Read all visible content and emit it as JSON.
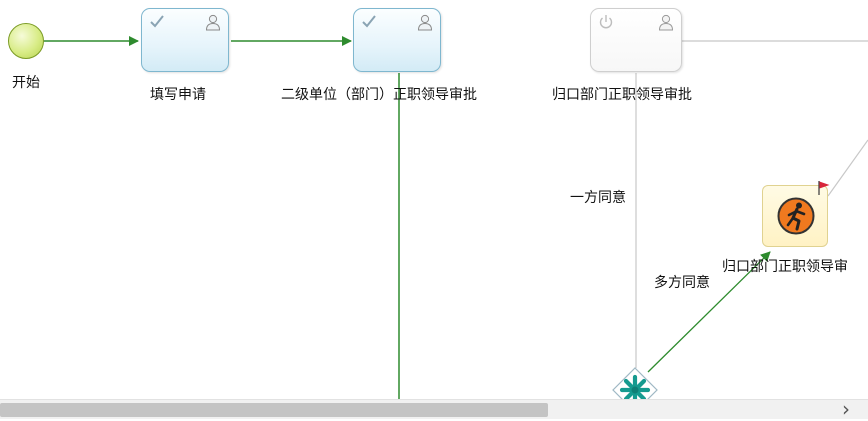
{
  "diagram": {
    "start_event": {
      "label": "开始"
    },
    "tasks": [
      {
        "id": "fill-application",
        "label": "填写申请",
        "status": "done",
        "icons": [
          "check-icon",
          "user-icon"
        ]
      },
      {
        "id": "level2-approval",
        "label": "二级单位（部门）正职领导审批",
        "status": "done",
        "icons": [
          "check-icon",
          "user-icon"
        ]
      },
      {
        "id": "dept-approval",
        "label": "归口部门正职领导审批",
        "status": "pending",
        "icons": [
          "power-icon",
          "user-icon"
        ]
      }
    ],
    "exit_node": {
      "label": "归口部门正职领导审",
      "icon": "runner-exit-icon",
      "flag_icon": "flag-icon"
    },
    "gateway": {
      "icon": "complex-gateway-icon"
    },
    "flow_labels": {
      "one_party": "一方同意",
      "multi_party": "多方同意"
    },
    "colors": {
      "active_flow": "#2e8b2e",
      "inactive_flow": "#c8c8c8",
      "task_border": "#7fb7cf",
      "gateway": "#159a8f"
    }
  },
  "scrollbar": {
    "right_arrow": "›"
  }
}
